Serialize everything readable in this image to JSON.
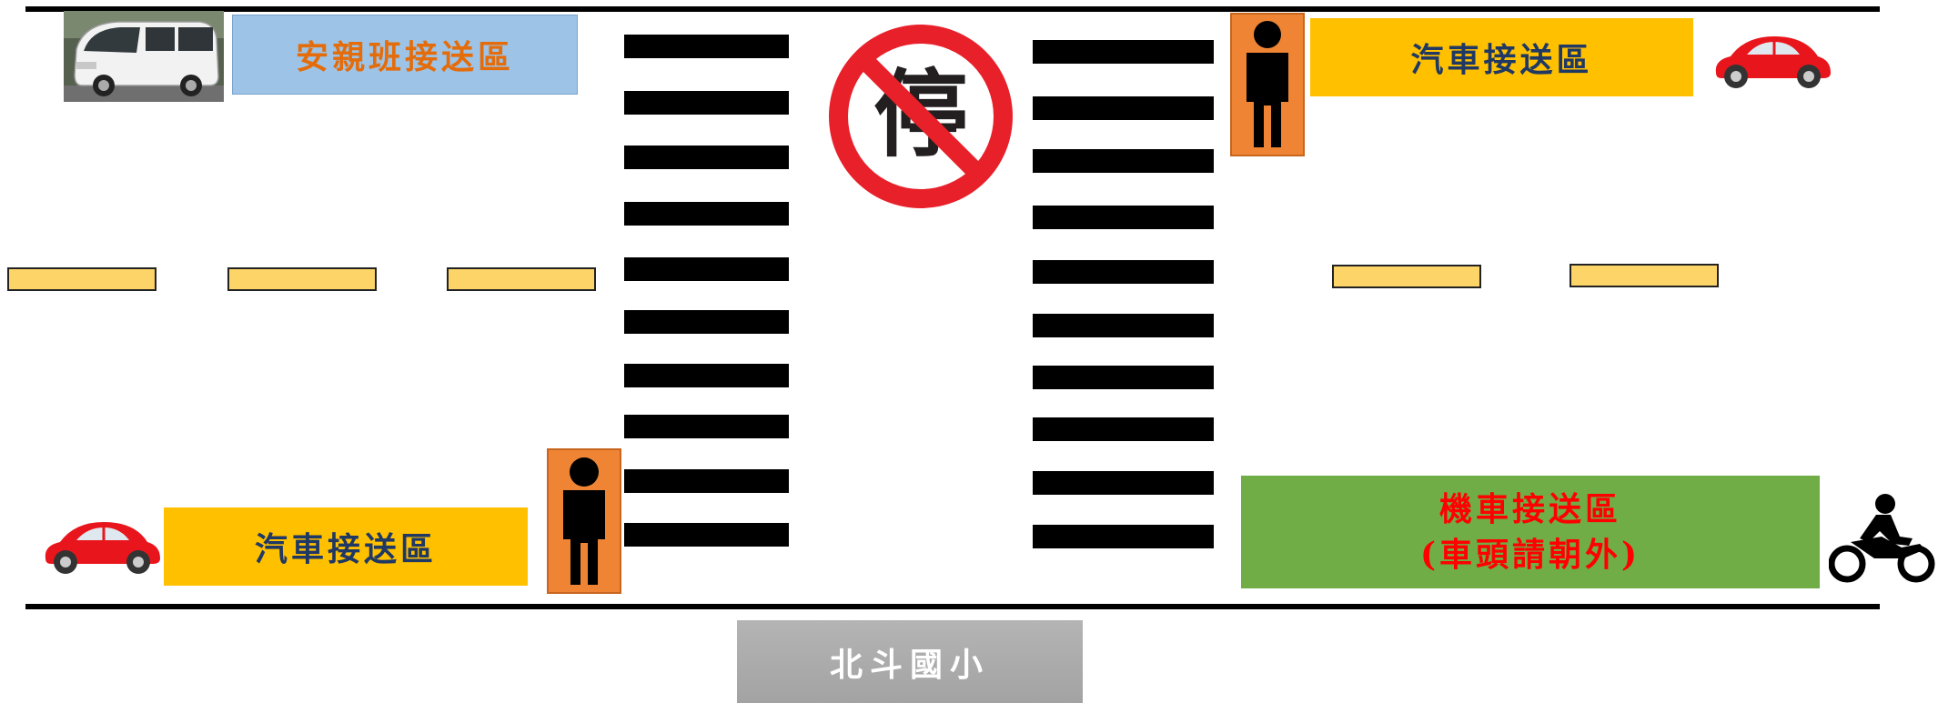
{
  "zones": {
    "after_school_label": "安親班接送區",
    "car_top_label": "汽車接送區",
    "car_bottom_label": "汽車接送區",
    "motorcycle_label_line1": "機車接送區",
    "motorcycle_label_line2": "(車頭請朝外)"
  },
  "no_stopping_sign": {
    "glyph": "停",
    "icon": "no-stopping-icon"
  },
  "school_label": "北斗國小",
  "colors": {
    "after_school_zone": "#9dc3e6",
    "after_school_text": "#e46c0a",
    "car_zone": "#ffc000",
    "car_text": "#1f3864",
    "motorcycle_zone": "#70ad47",
    "motorcycle_text": "#ff0000",
    "lane_dash": "#fdd468",
    "pedestrian": "#ef8534",
    "no_stop_red": "#e8202a"
  },
  "icons": [
    "van-icon",
    "car-icon",
    "motorcycle-icon",
    "pedestrian-icon",
    "no-stopping-icon"
  ]
}
